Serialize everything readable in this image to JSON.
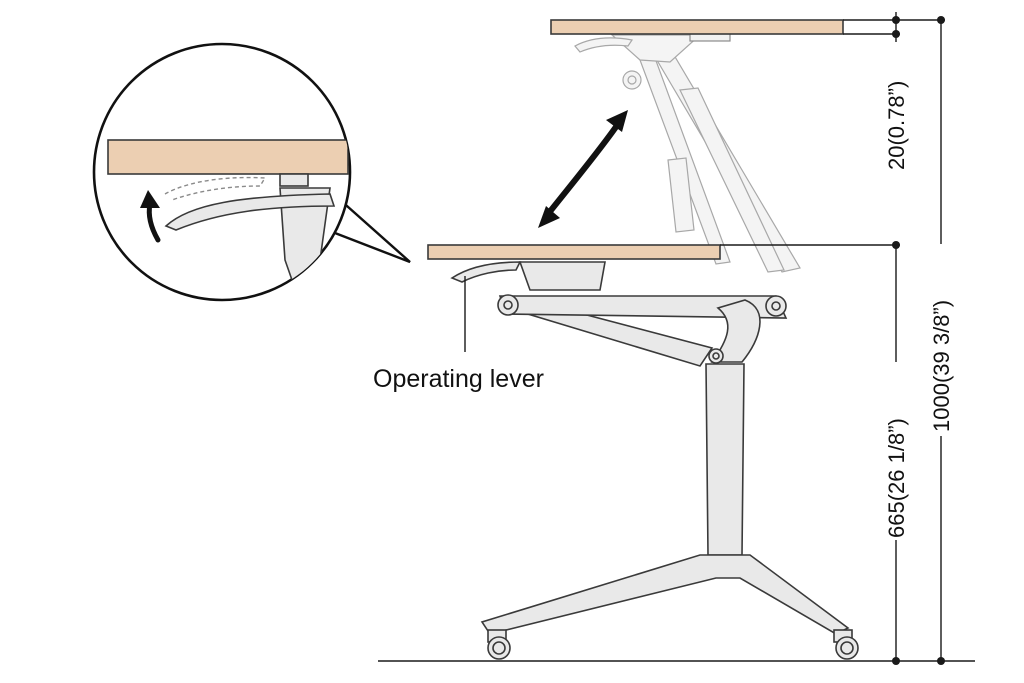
{
  "labels": {
    "operating_lever": "Operating lever",
    "dim_top_thickness": "20(0.78”)",
    "dim_low_height": "665(26 1/8”)",
    "dim_high_height": "1000(39 3/8”)"
  },
  "colors": {
    "wood": "#eccfb2",
    "metal": "#e9e9e9",
    "outline": "#3a3a3a",
    "dimension_line": "#1a1a1a"
  },
  "icons": {
    "tilt_arrow": "curved-double-arrow",
    "lever_arrow": "curved-up-arrow"
  }
}
